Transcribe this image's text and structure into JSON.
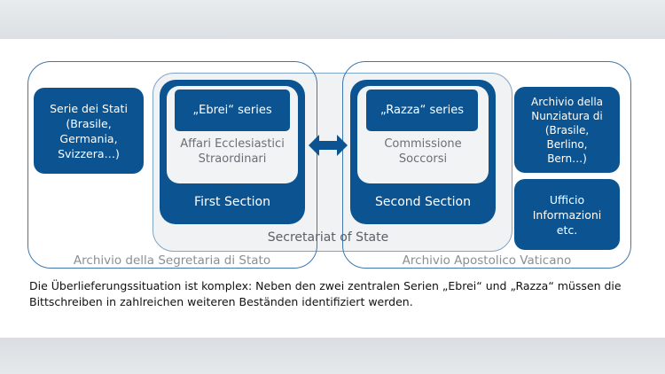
{
  "diagram": {
    "serie_stati": "Serie dei Stati\n(Brasile,\nGermania,\nSvizzera…)",
    "ebrei_series": "„Ebrei“ series",
    "affari": "Affari Ecclesiastici\nStraordinari",
    "first_section": "First Section",
    "razza_series": "„Razza“ series",
    "commissione": "Commissione\nSoccorsi",
    "second_section": "Second Section",
    "nunziatura": "Archivio della\nNunziatura di\n(Brasile,\nBerlino,\nBern…)",
    "ufficio": "Ufficio\nInformazioni\netc.",
    "secretariat_label": "Secretariat of State",
    "archivio_segretaria": "Archivio della Segretaria di Stato",
    "archivio_apostolico": "Archivio Apostolico Vaticano"
  },
  "caption": "Die Überlieferungssituation ist komplex: Neben den zwei zentralen Serien „Ebrei“ und „Razza“ müssen die Bittschreiben in zahlreichen weiteren Beständen identifiziert werden.",
  "colors": {
    "primary_blue": "#0c5491",
    "outline_blue": "#3f77ad",
    "light_gray": "#f1f2f3"
  }
}
